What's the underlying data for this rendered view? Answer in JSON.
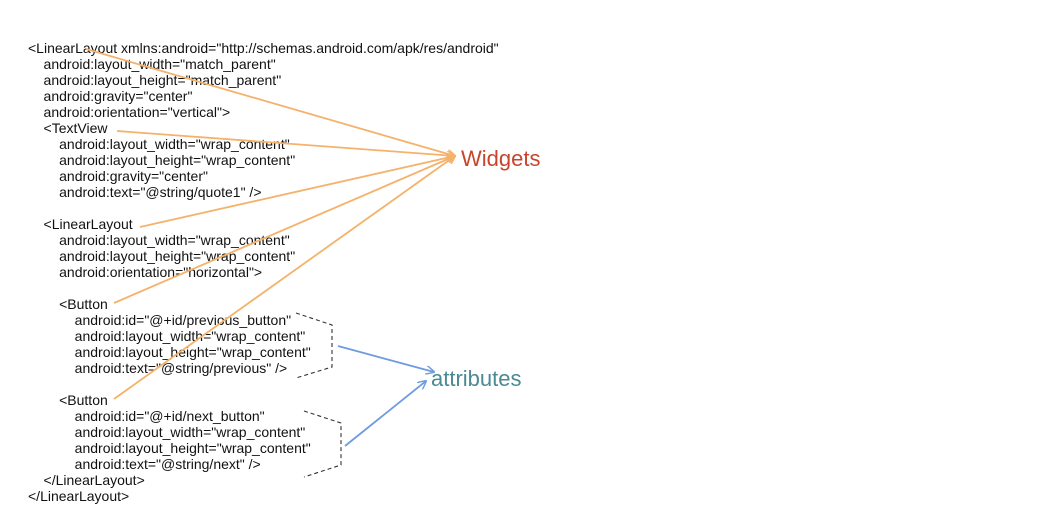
{
  "code_lines": [
    "<LinearLayout xmlns:android=\"http://schemas.android.com/apk/res/android\"",
    "    android:layout_width=\"match_parent\"",
    "    android:layout_height=\"match_parent\"",
    "    android:gravity=\"center\"",
    "    android:orientation=\"vertical\">",
    "    <TextView",
    "        android:layout_width=\"wrap_content\"",
    "        android:layout_height=\"wrap_content\"",
    "        android:gravity=\"center\"",
    "        android:text=\"@string/quote1\" />",
    "",
    "    <LinearLayout",
    "        android:layout_width=\"wrap_content\"",
    "        android:layout_height=\"wrap_content\"",
    "        android:orientation=\"horizontal\">",
    "",
    "        <Button",
    "            android:id=\"@+id/previous_button\"",
    "            android:layout_width=\"wrap_content\"",
    "            android:layout_height=\"wrap_content\"",
    "            android:text=\"@string/previous\" />",
    "",
    "        <Button",
    "            android:id=\"@+id/next_button\"",
    "            android:layout_width=\"wrap_content\"",
    "            android:layout_height=\"wrap_content\"",
    "            android:text=\"@string/next\" />",
    "    </LinearLayout>",
    "</LinearLayout>"
  ],
  "labels": {
    "widgets": "Widgets",
    "attributes": "attributes"
  },
  "colors": {
    "text": "#111111",
    "widgets_label": "#c8452c",
    "attributes_label": "#4a8a93",
    "widgets_arrow": "#f5b26b",
    "attributes_arrow": "#6f9be0",
    "bracket": "#333333"
  }
}
